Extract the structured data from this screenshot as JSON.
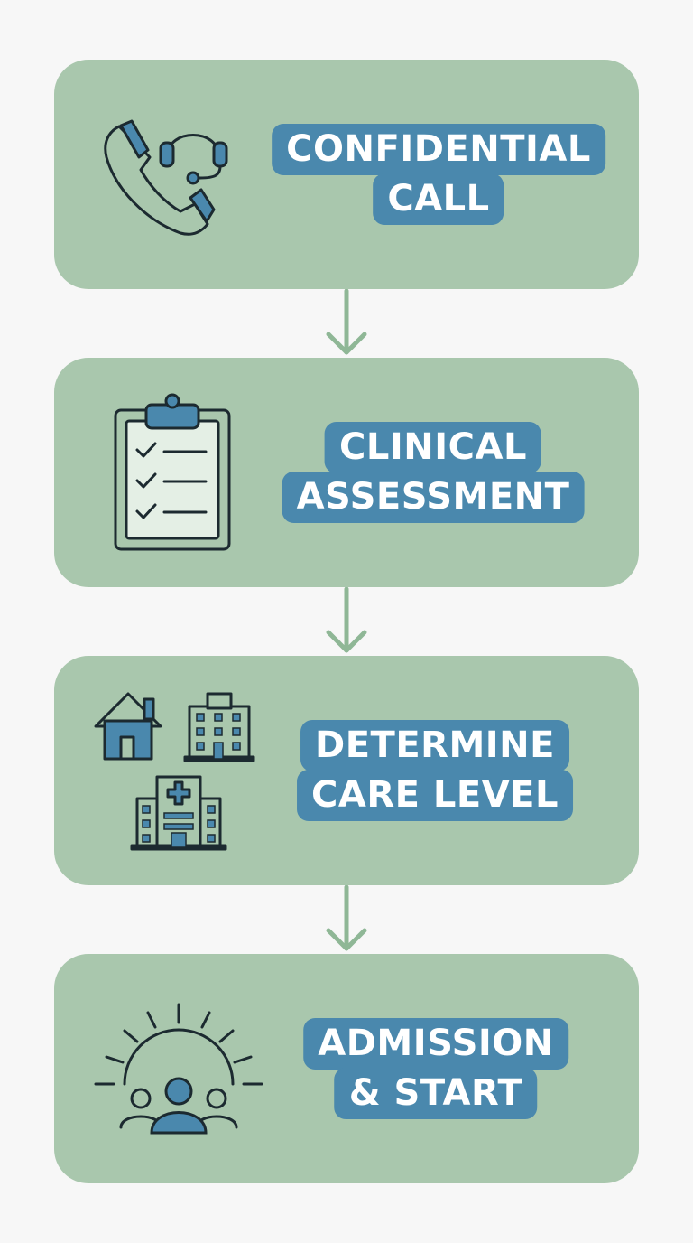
{
  "steps": [
    {
      "icon": "phone-headset-icon",
      "lines": [
        "CONFIDENTIAL",
        "CALL"
      ]
    },
    {
      "icon": "clipboard-checklist-icon",
      "lines": [
        "CLINICAL",
        "ASSESSMENT"
      ]
    },
    {
      "icon": "care-facilities-icon",
      "lines": [
        "DETERMINE",
        "CARE LEVEL"
      ]
    },
    {
      "icon": "people-sunrise-icon",
      "lines": [
        "ADMISSION",
        "& START"
      ]
    }
  ],
  "colors": {
    "background": "#f7f7f7",
    "card": "#a9c7ad",
    "label_bg": "#4a88ad",
    "label_text": "#ffffff",
    "arrow": "#8fb796",
    "icon_stroke": "#1c2a30",
    "icon_fill": "#4a88ad"
  }
}
